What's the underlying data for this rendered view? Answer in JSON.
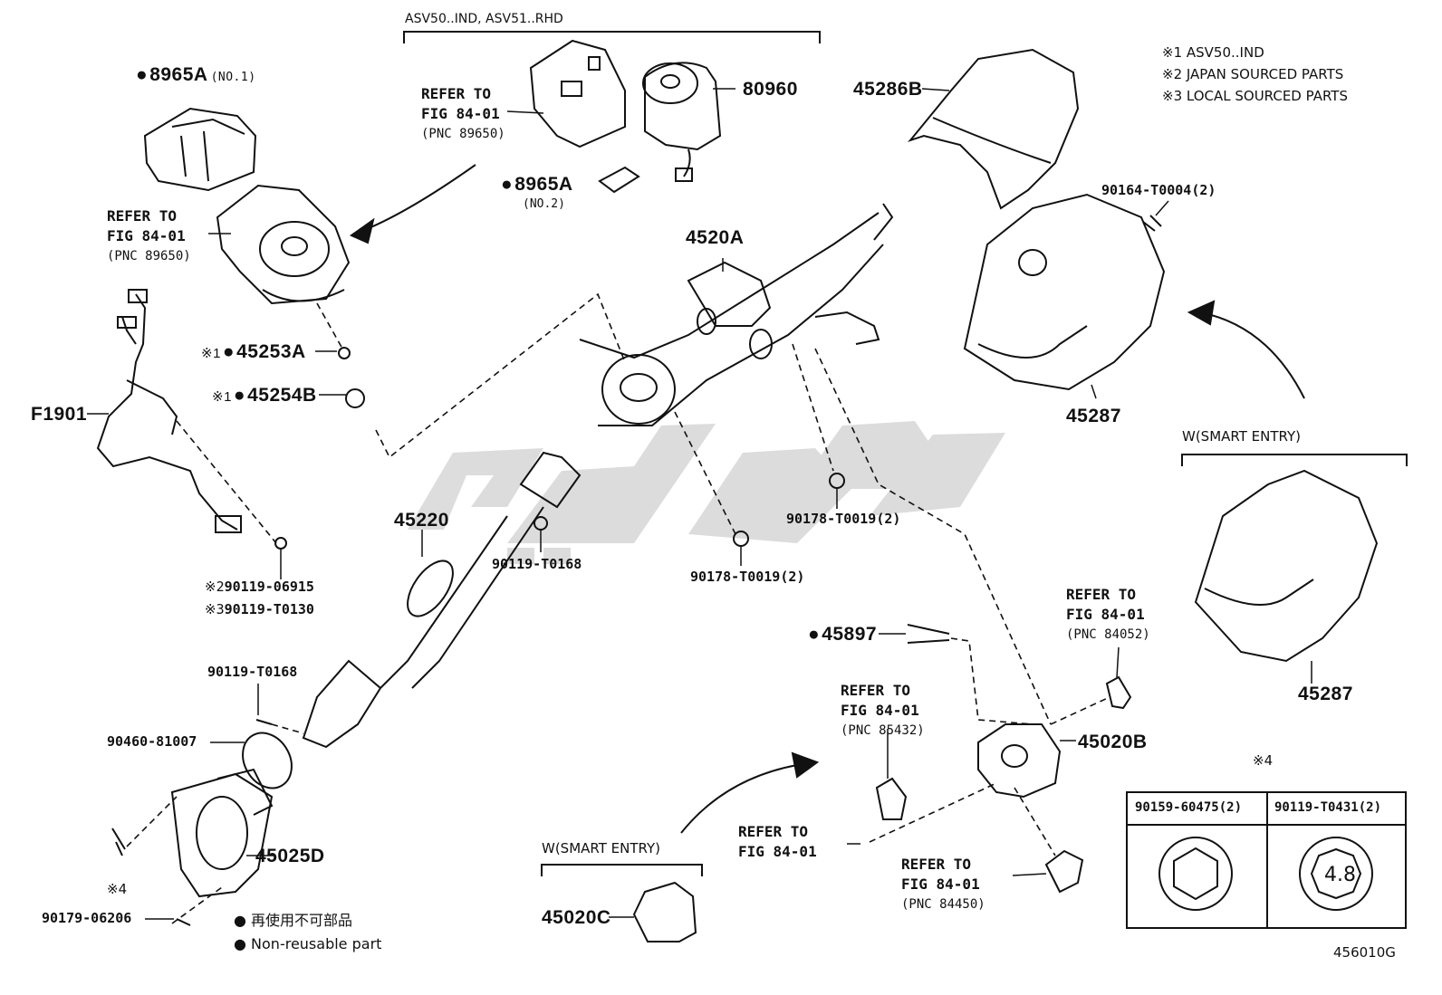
{
  "header": {
    "asv_range": "ASV50..IND, ASV51..RHD",
    "notes": [
      "※1 ASV50..IND",
      "※2 JAPAN SOURCED PARTS",
      "※3 LOCAL SOURCED PARTS"
    ]
  },
  "parts": {
    "p8965a_1": {
      "code": "8965A",
      "suffix": "(NO.1)"
    },
    "p80960": "80960",
    "p8965a_2": {
      "code": "8965A",
      "suffix": "(NO.2)"
    },
    "p45286b": "45286B",
    "p90164": "90164-T0004(2)",
    "p4520a": "4520A",
    "p45253a": {
      "prefix": "※1",
      "code": "45253A"
    },
    "p45254b": {
      "prefix": "※1",
      "code": "45254B"
    },
    "pf1901": "F1901",
    "p45287a": "45287",
    "w_smart_right": "W(SMART ENTRY)",
    "p45220": "45220",
    "p90119_t0168_a": "90119-T0168",
    "p90178_a": "90178-T0019(2)",
    "p90178_b": "90178-T0019(2)",
    "p90119_06915": {
      "prefix": "※2",
      "code": "90119-06915"
    },
    "p90119_t0130": {
      "prefix": "※3",
      "code": "90119-T0130"
    },
    "p45897": "45897",
    "p45287b": "45287",
    "p90119_t0168_b": "90119-T0168",
    "p90460": "90460-81007",
    "p45020b": "45020B",
    "p45025d": "45025D",
    "mark4_left": "※4",
    "p90179": "90179-06206",
    "w_smart_bottom": "W(SMART ENTRY)",
    "p45020c": "45020C",
    "mark4_table": "※4"
  },
  "refers": {
    "r1": {
      "line1": "REFER TO",
      "line2": "FIG 84-01",
      "pnc": "(PNC 89650)"
    },
    "r2": {
      "line1": "REFER TO",
      "line2": "FIG 84-01",
      "pnc": "(PNC 89650)"
    },
    "r3": {
      "line1": "REFER TO",
      "line2": "FIG 84-01",
      "pnc": "(PNC 84052)"
    },
    "r4": {
      "line1": "REFER TO",
      "line2": "FIG 84-01",
      "pnc": "(PNC 85432)"
    },
    "r5": {
      "line1": "REFER TO",
      "line2": "FIG 84-01"
    },
    "r6": {
      "line1": "REFER TO",
      "line2": "FIG 84-01",
      "pnc": "(PNC 84450)"
    }
  },
  "legend": {
    "jp": "● 再使用不可部品",
    "en": "● Non-reusable part"
  },
  "table": {
    "col1": "90159-60475(2)",
    "col2": "90119-T0431(2)",
    "bolt_grade": "4.8"
  },
  "figure_id": "456010G",
  "colors": {
    "line": "#111111",
    "watermark": "#d6d6d6"
  }
}
